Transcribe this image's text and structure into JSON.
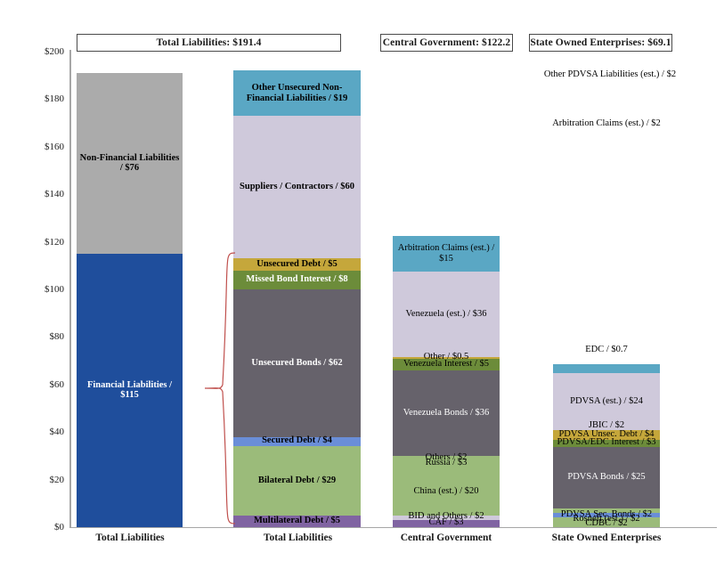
{
  "chart_data": {
    "type": "bar",
    "title": "",
    "xlabel": "",
    "ylabel": "",
    "ylim": [
      0,
      200
    ],
    "ytick_labels": [
      "$0",
      "$20",
      "$40",
      "$60",
      "$80",
      "$100",
      "$120",
      "$140",
      "$160",
      "$180",
      "$200"
    ],
    "ytick_values": [
      0,
      20,
      40,
      60,
      80,
      100,
      120,
      140,
      160,
      180,
      200
    ],
    "grid": false,
    "legend": "none",
    "categories": [
      "Total Liabilities",
      "Total Liabilities",
      "Central Government",
      "State Owned Enterprises"
    ],
    "series": [
      {
        "name": "Total Liabilities (aggregate)",
        "column": 1,
        "header": "Total Liabilities: $191.4",
        "total": 191.4,
        "segments": [
          {
            "label": "Financial Liabilities / $115",
            "value": 115,
            "color": "#1F4E9C",
            "text_color": "#ffffff",
            "bold": true
          },
          {
            "label": "Non-Financial Liabilities / $76",
            "value": 76,
            "color": "#ABABAB",
            "text_color": "#000000",
            "bold": true
          }
        ]
      },
      {
        "name": "Total Liabilities (detail)",
        "column": 2,
        "header": "Total Liabilities: $191.4",
        "total": 191.4,
        "segments": [
          {
            "label": "Multilateral Debt / $5",
            "value": 5,
            "color": "#8064A2",
            "text_color": "#000000",
            "bold": true
          },
          {
            "label": "Bilateral Debt / $29",
            "value": 29,
            "color": "#9BBB7A",
            "text_color": "#000000",
            "bold": true
          },
          {
            "label": "Secured Debt / $4",
            "value": 4,
            "color": "#6A8ED8",
            "text_color": "#000000",
            "bold": true
          },
          {
            "label": "Unsecured Bonds / $62",
            "value": 62,
            "color": "#66626B",
            "text_color": "#ffffff",
            "bold": true
          },
          {
            "label": "Missed Bond Interest / $8",
            "value": 8,
            "color": "#6C8C3A",
            "text_color": "#ffffff",
            "bold": true
          },
          {
            "label": "Unsecured Debt / $5",
            "value": 5,
            "color": "#C5A73B",
            "text_color": "#000000",
            "bold": true
          },
          {
            "label": "Suppliers / Contractors / $60",
            "value": 60,
            "color": "#CFC9DB",
            "text_color": "#000000",
            "bold": true
          },
          {
            "label": "Other Unsecured Non-Financial Liabilities / $19",
            "value": 19,
            "color": "#5AA7C4",
            "text_color": "#000000",
            "bold": true
          }
        ]
      },
      {
        "name": "Central Government",
        "column": 3,
        "header": "Central Government: $122.2",
        "total": 122.2,
        "segments": [
          {
            "label": "CAF / $3",
            "value": 3,
            "color": "#8064A2",
            "text_color": "#ffffff",
            "bold": false
          },
          {
            "label": "BID and Others / $2",
            "value": 2,
            "color": "#CFC9DB",
            "text_color": "#000000",
            "bold": false
          },
          {
            "label": "China (est.) / $20",
            "value": 20,
            "color": "#9BBB7A",
            "text_color": "#000000",
            "bold": false
          },
          {
            "label": "Russia / $3",
            "value": 3,
            "color": "#9BBB7A",
            "text_color": "#000000",
            "bold": false
          },
          {
            "label": "Others / $2",
            "value": 2,
            "color": "#9BBB7A",
            "text_color": "#000000",
            "bold": false
          },
          {
            "label": "Venezuela Bonds / $36",
            "value": 36,
            "color": "#66626B",
            "text_color": "#ffffff",
            "bold": false
          },
          {
            "label": "Venezuela Interest / $5",
            "value": 5,
            "color": "#6C8C3A",
            "text_color": "#000000",
            "bold": false
          },
          {
            "label": "Other / $0.5",
            "value": 0.5,
            "color": "#C5A73B",
            "text_color": "#000000",
            "bold": false
          },
          {
            "label": "Venezuela (est.) / $36",
            "value": 36,
            "color": "#CFC9DB",
            "text_color": "#000000",
            "bold": false
          },
          {
            "label": "Arbitration Claims (est.) / $15",
            "value": 15,
            "color": "#5AA7C4",
            "text_color": "#000000",
            "bold": false
          }
        ]
      },
      {
        "name": "State Owned Enterprises",
        "column": 4,
        "header": "State Owned Enterprises: $69.1",
        "total": 69.1,
        "segments": [
          {
            "label": "CDBC / $2",
            "value": 2,
            "color": "#9BBB7A",
            "text_color": "#000000",
            "bold": false
          },
          {
            "label": "Rosneft (est.) / $2",
            "value": 2,
            "color": "#9BBB7A",
            "text_color": "#000000",
            "bold": false
          },
          {
            "label": "PDVSA Sec. Bonds / $2",
            "value": 2,
            "color": "#6A8ED8",
            "text_color": "#000000",
            "bold": false
          },
          {
            "label": "JBIC / $2",
            "value": 2,
            "color": "#9BBB7A",
            "text_color": "#000000",
            "bold": false
          },
          {
            "label": "EDC / $0.7",
            "value": 0.7,
            "color": "#66626B",
            "text_color": "#000000",
            "bold": false
          },
          {
            "label": "PDVSA Bonds / $25",
            "value": 25,
            "color": "#66626B",
            "text_color": "#ffffff",
            "bold": false
          },
          {
            "label": "PDVSA/EDC Interest / $3",
            "value": 3,
            "color": "#6C8C3A",
            "text_color": "#000000",
            "bold": false
          },
          {
            "label": "PDVSA Unsec. Debt / $4",
            "value": 4,
            "color": "#C5A73B",
            "text_color": "#000000",
            "bold": false
          },
          {
            "label": "PDVSA (est.) / $24",
            "value": 24,
            "color": "#CFC9DB",
            "text_color": "#000000",
            "bold": false
          },
          {
            "label": "Arbitration Claims (est.) / $2",
            "value": 2,
            "color": "#5AA7C4",
            "text_color": "#000000",
            "bold": false
          },
          {
            "label": "Other PDVSA Liabilities (est.) / $2",
            "value": 2,
            "color": "#5AA7C4",
            "text_color": "#000000",
            "bold": false
          }
        ]
      }
    ]
  },
  "headers": {
    "total_liabilities": "Total Liabilities: $191.4",
    "central_government": "Central Government: $122.2",
    "state_owned_enterprises": "State Owned Enterprises: $69.1"
  },
  "axis": {
    "ticks": [
      "$200",
      "$180",
      "$160",
      "$140",
      "$120",
      "$100",
      "$80",
      "$60",
      "$40",
      "$20",
      "$0"
    ]
  },
  "category_labels": [
    "Total Liabilities",
    "Total Liabilities",
    "Central Government",
    "State Owned Enterprises"
  ],
  "colors": {
    "financial": "#1F4E9C",
    "non_financial": "#ABABAB",
    "multilateral": "#8064A2",
    "bilateral": "#9BBB7A",
    "secured": "#6A8ED8",
    "bonds": "#66626B",
    "interest": "#6C8C3A",
    "unsecured_debt": "#C5A73B",
    "suppliers": "#CFC9DB",
    "other_nonfin": "#5AA7C4",
    "brace": "#C0504D"
  }
}
